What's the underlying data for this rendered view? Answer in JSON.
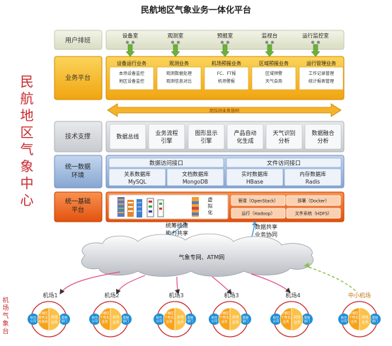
{
  "title": "民航地区气象业务一体化平台",
  "side_label": "民航地区气象中心",
  "bottom_side_label": "机场气象台",
  "user_layer": {
    "label": "用户排班",
    "users": [
      "设备室",
      "观测室",
      "预报室",
      "监视台",
      "运行监控室"
    ]
  },
  "business_layer": {
    "label": "业务平台",
    "modules": [
      {
        "title": "设备运行业务",
        "items": [
          "本场设备监控",
          "地区设备监控"
        ]
      },
      {
        "title": "观测业务",
        "items": [
          "观测数据处理",
          "观测信息对比"
        ]
      },
      {
        "title": "机场预报业务",
        "items": [
          "FC、FT报",
          "机场警报"
        ]
      },
      {
        "title": "区域预报业务",
        "items": [
          "区域预警",
          "天气会商"
        ]
      },
      {
        "title": "运行管理业务",
        "items": [
          "工作记录管理",
          "统计报表管理"
        ]
      }
    ],
    "collab_label": "岗位间业务协同"
  },
  "tech_layer": {
    "label": "技术支撑",
    "items": [
      "数据总线",
      "业务流程引擎",
      "图形显示引擎",
      "产品自动化生成",
      "天气识别分析",
      "数据融合分析"
    ]
  },
  "data_layer": {
    "label": "统一数据环境",
    "groups": [
      {
        "title": "数据访问接口",
        "dbs": [
          {
            "name": "关系数据库",
            "product": "MySQL"
          },
          {
            "name": "文档数据库",
            "product": "MongoDB"
          }
        ]
      },
      {
        "title": "文件访问接口",
        "dbs": [
          {
            "name": "实时数据库",
            "product": "HBase"
          },
          {
            "name": "内存数据库",
            "product": "Radis"
          }
        ]
      }
    ]
  },
  "infra_layer": {
    "label": "统一基础平台",
    "virtualization": "虚拟化",
    "services": [
      "管理（OpenStack）",
      "部署（Docker）",
      "运行（Hadoop）",
      "文件系统（HDFS）"
    ]
  },
  "network": {
    "cloud_label": "气象专网、ATM网",
    "left_note": "统筹统建\n能力共享",
    "right_note": "数据共享\n业务协同"
  },
  "airports": [
    {
      "name": "机场1",
      "center": "终端区\n服务业务系统",
      "right": "共性业务",
      "left": "航空公司",
      "far_right": "管制部门"
    },
    {
      "name": "机场2",
      "center": "终端区\n个性化业务",
      "right": "共性业务",
      "left": "航空公司",
      "far_right": "管制部门"
    },
    {
      "name": "机场3",
      "center": "终端区\n个性化业务",
      "right": "共性业务",
      "left": "航空公司",
      "far_right": "管制部门"
    },
    {
      "name": "机场3",
      "center": "终端区\n个性化业务",
      "right": "共性业务",
      "left": "航空公司",
      "far_right": "管制部门"
    },
    {
      "name": "机场4",
      "center": "终端区\n个性化业务",
      "right": "共性业务",
      "left": "航空公司",
      "far_right": "管制部门"
    },
    {
      "name": "中小机场",
      "center": "终端区\n个性化业务",
      "right": "共性业务",
      "left": "航空公司",
      "far_right": "管制部门"
    }
  ],
  "colors": {
    "user_layer": "#e9ecd9",
    "business": "#f5b820",
    "tech": "#d6d9dc",
    "data": "#9db8db",
    "infra": "#f06a1e",
    "side_text": "#c8282d",
    "arrow_green": "#6bb13a",
    "airport_ring": "#c8282d",
    "airport_orange": "#f7a21b",
    "airport_blue": "#1f8fd6"
  }
}
